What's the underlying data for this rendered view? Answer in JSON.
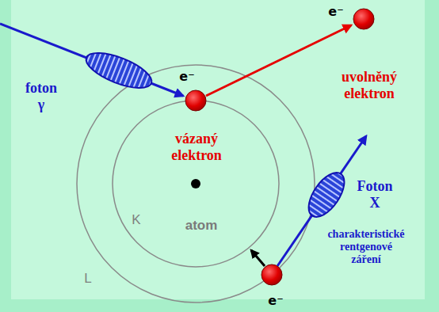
{
  "diagram": {
    "labels": [
      "e⁻",
      "e⁻",
      "uvolněný elektron",
      "foton γ",
      "vázaný elektron",
      "Foton X",
      "K",
      "atom",
      "charakteristické rentgenové záření",
      "L",
      "e⁻"
    ]
  }
}
